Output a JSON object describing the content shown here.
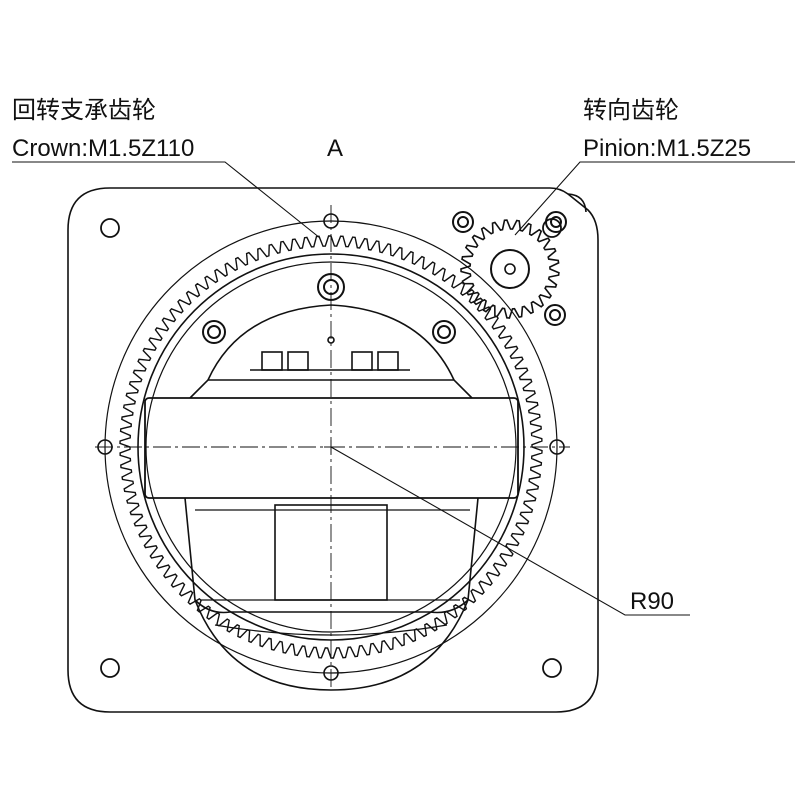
{
  "labels": {
    "crown_cn": "回转支承齿轮",
    "crown_spec": "Crown:M1.5Z110",
    "view": "A",
    "pinion_cn": "转向齿轮",
    "pinion_spec": "Pinion:M1.5Z25",
    "radius": "R90"
  },
  "gears": {
    "crown_teeth": 110,
    "pinion_teeth": 25
  },
  "colors": {
    "line": "#111111",
    "background": "#ffffff"
  }
}
